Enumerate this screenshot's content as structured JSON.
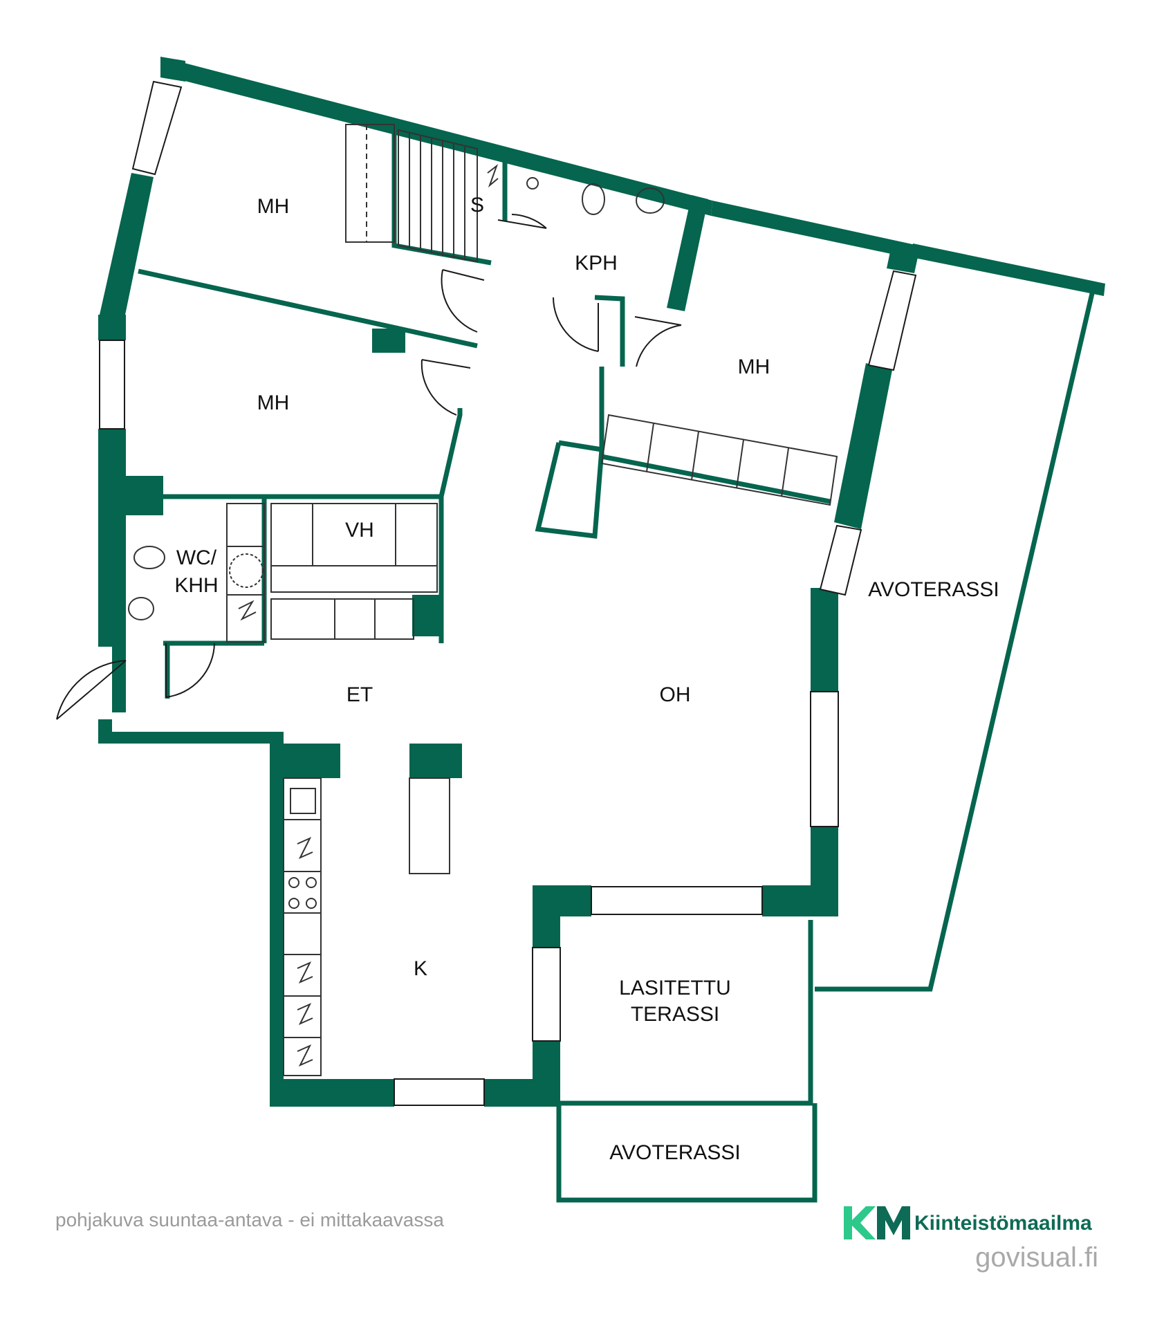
{
  "colors": {
    "wall": "#05654e",
    "line": "#1a1a1a",
    "fixture": "#333333",
    "logo_green": "#0e6b55",
    "logo_light": "#2dc98a",
    "note_gray": "#9a9a9a"
  },
  "rooms": {
    "mh1": "MH",
    "mh2": "MH",
    "mh3": "MH",
    "sauna": "S",
    "bathroom": "KPH",
    "wc_line1": "WC/",
    "wc_line2": "KHH",
    "closet": "VH",
    "entry": "ET",
    "living": "OH",
    "kitchen": "K",
    "terrace_right": "AVOTERASSI",
    "glazed_line1": "LASITETTU",
    "glazed_line2": "TERASSI",
    "terrace_bottom": "AVOTERASSI"
  },
  "footer": {
    "note": "pohjakuva suuntaa-antava - ei mittakaavassa"
  },
  "logo": {
    "mark": "KM",
    "name": "Kiinteistömaailma",
    "site": "govisual.fi"
  }
}
